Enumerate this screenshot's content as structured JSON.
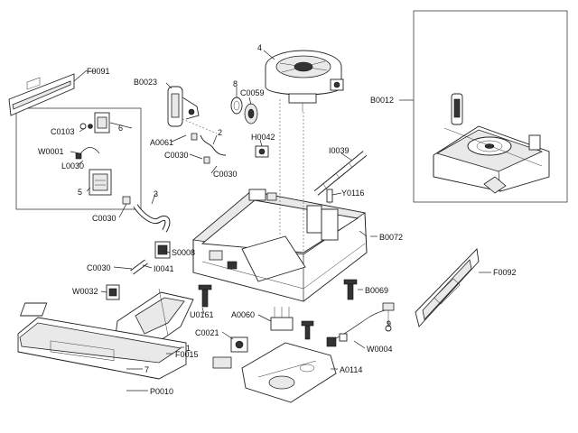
{
  "labels": {
    "F0091": "F0091",
    "B0023": "B0023",
    "n8": "8",
    "C0059": "C0059",
    "n4": "4",
    "B0012": "B0012",
    "C0103": "C0103",
    "n6": "6",
    "A0061": "A0061",
    "W0001": "W0001",
    "L0030": "L0030",
    "n5": "5",
    "n2": "2",
    "C0030a": "C0030",
    "C0030b": "C0030",
    "H0042": "H0042",
    "I0039": "I0039",
    "Y0116": "Y0116",
    "n3": "3",
    "C0030c": "C0030",
    "B0072": "B0072",
    "S0008": "S0008",
    "C0030d": "C0030",
    "I0041": "I0041",
    "F0092": "F0092",
    "W0032": "W0032",
    "B0069": "B0069",
    "U0161": "U0161",
    "A0060": "A0060",
    "n9": "9",
    "C0021": "C0021",
    "W0004": "W0004",
    "n1": "1",
    "F0015": "F0015",
    "n7": "7",
    "A0114": "A0114",
    "P0010": "P0010"
  }
}
